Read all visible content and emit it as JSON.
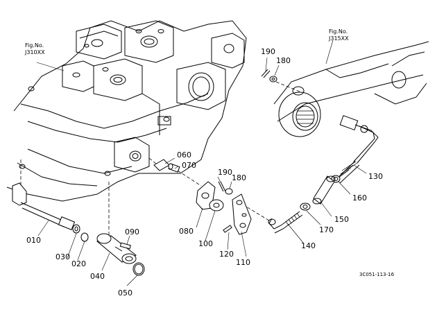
{
  "figure_refs": [
    {
      "line1": "Fig.No.",
      "line2": "J310XX"
    },
    {
      "line1": "Fig.No.",
      "line2": "J315XX"
    }
  ],
  "parts": [
    "010",
    "020",
    "030",
    "040",
    "050",
    "060",
    "070",
    "080",
    "090",
    "100",
    "110",
    "120",
    "130",
    "140",
    "150",
    "160",
    "170",
    "180",
    "190",
    "180",
    "190"
  ],
  "drawing_code": "3C051-113-16"
}
